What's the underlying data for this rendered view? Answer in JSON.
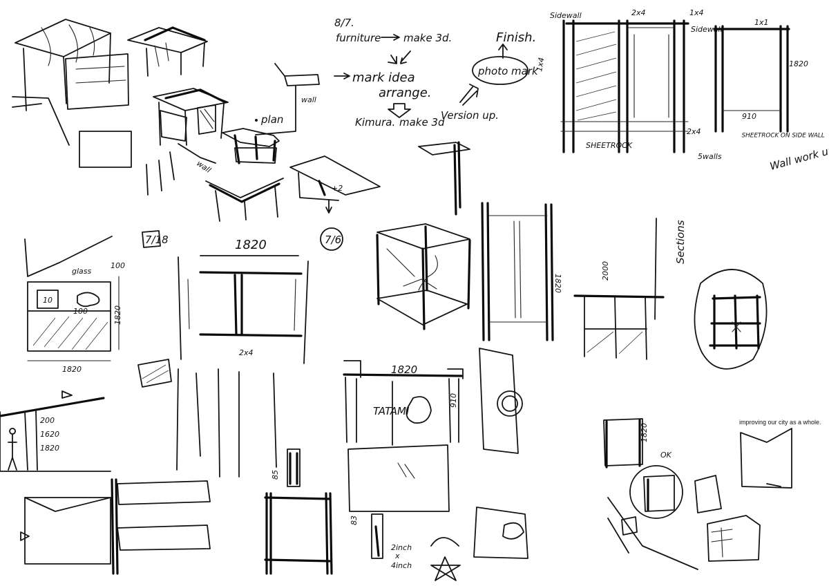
{
  "notes": {
    "date_top": "8/7.",
    "furniture": "furniture",
    "make3d_1": "make 3d.",
    "finish": "Finish.",
    "mark_idea": "mark idea",
    "arrange": "arrange.",
    "photo_mark": "photo mark",
    "kimura": "Kimura.",
    "make3d_2": "make 3d",
    "version_up": "Version up."
  },
  "labels": {
    "plan": "plan",
    "wall": "wall",
    "sidewall": "Sidewall",
    "two_by_four": "2x4",
    "two_by_four_lower": "2x4",
    "one_by_one": "1x1",
    "one_x_four": "1x4",
    "dim_1820_right": "1820",
    "dim_910": "910",
    "sheetrock": "SHEETROCK",
    "sheetrock_wall": "SHEETROCK ON SIDE WALL",
    "five_walls": "5walls",
    "wallwork_up": "Wall work up",
    "date_7_18": "7/18",
    "date_7_6": "7/6",
    "dim_1820_top": "1820",
    "dim_1820_left": "1820",
    "dim_1820_bottom": "1820",
    "dim_100": "100",
    "dim_100b": "100",
    "ten": "10",
    "glass": "glass",
    "sections": "Sections",
    "dim_2000": "2000",
    "dim_200": "200",
    "dim_1620": "1620",
    "dim_1820_side": "1820",
    "tatami": "TATAMI",
    "dim_1820_tatami": "1820",
    "dim_910_side": "910",
    "two_inch": "2inch",
    "x_mark": "x",
    "four_inch": "4inch",
    "dim_85": "85",
    "dim_83": "83",
    "dim_1820_small": "1820",
    "ok": "OK"
  },
  "clipping": {
    "text": "improving our city as a whole."
  },
  "colors": {
    "ink": "#141414",
    "paper": "#ffffff"
  }
}
